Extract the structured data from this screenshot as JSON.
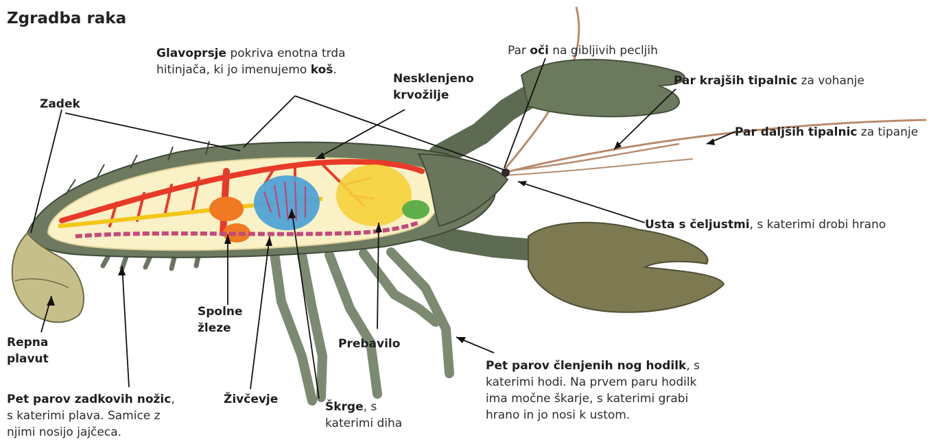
{
  "title": "Zgradba raka",
  "labels": {
    "glavoprsje": {
      "b1": "Glavoprsje",
      "t1": " pokriva enotna trda",
      "t2": "hitinjača, ki jo imenujemo ",
      "b2": "koš",
      "t3": "."
    },
    "oci": {
      "t1": "Par ",
      "b1": "oči",
      "t2": " na gibljivih pecljih"
    },
    "nesklenjeno": {
      "l1": "Nesklenjeno",
      "l2": "krvožilje"
    },
    "zadek": "Zadek",
    "krajsih": {
      "b1": "Par krajših tipalnic",
      "t1": " za vohanje"
    },
    "daljsih": {
      "b1": "Par daljših tipalnic",
      "t1": " za tipanje"
    },
    "usta": {
      "b1": "Usta s čeljustmi",
      "t1": ", s katerimi drobi hrano"
    },
    "spolne": {
      "l1": "Spolne",
      "l2": "žleze"
    },
    "repna": {
      "l1": "Repna",
      "l2": "plavut"
    },
    "prebavilo": "Prebavilo",
    "hodilke": {
      "b1": "Pet parov členjenih nog hodilk",
      "t1": ", s",
      "t2": "katerimi hodi. Na prvem paru hodilk",
      "t3": "ima močne škarje, s katerimi grabi",
      "t4": "hrano in jo nosi k ustom."
    },
    "zadkove": {
      "b1": "Pet parov zadkovih nožic",
      "t1": ",",
      "t2": "s katerimi plava. Samice z",
      "t3": "njimi nosijo jajčeca."
    },
    "zivcevje": "Živčevje",
    "skrge": {
      "b1": "Škrge",
      "t1": ", s",
      "t2": "katerimi diha"
    }
  }
}
